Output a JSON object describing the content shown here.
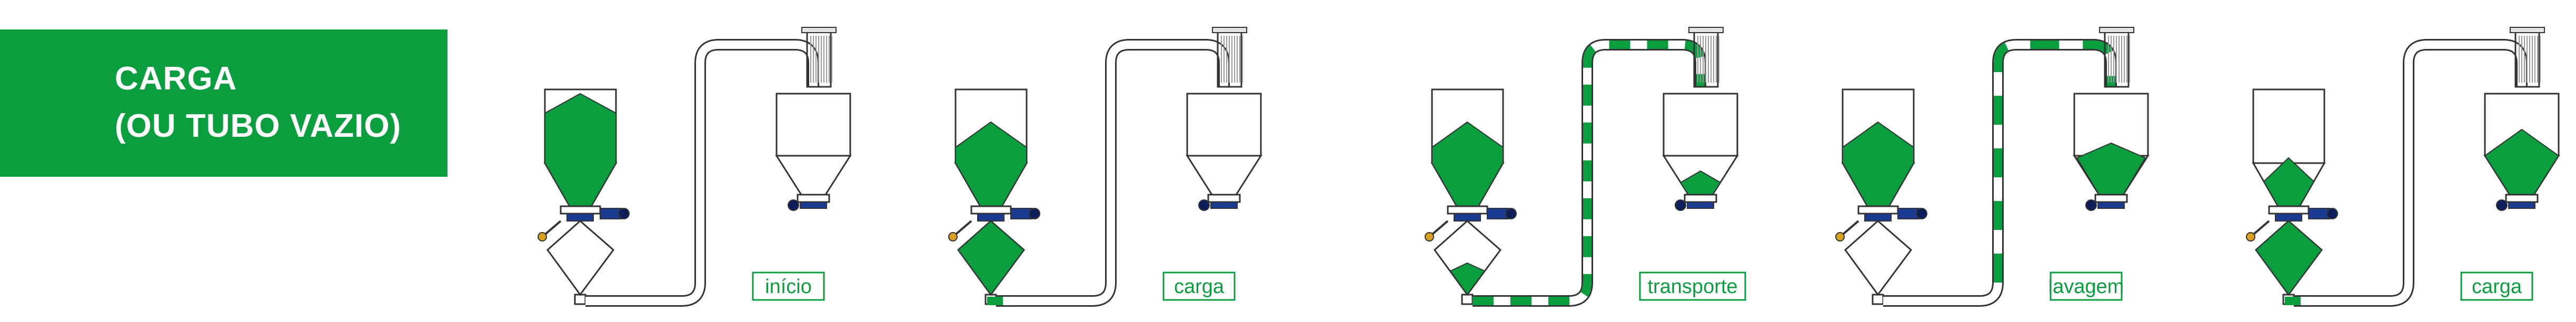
{
  "header": {
    "title_line1": "CARGA",
    "title_line2": "(OU TUBO VAZIO)"
  },
  "stages": [
    {
      "label": "início",
      "hopper_fill": "full",
      "pump_fill": "empty",
      "tube": "empty",
      "receiver_fill": "empty"
    },
    {
      "label": "carga",
      "hopper_fill": "cone",
      "pump_fill": "full",
      "tube": "empty",
      "receiver_fill": "empty"
    },
    {
      "label": "transporte",
      "hopper_fill": "cone",
      "pump_fill": "low",
      "tube": "dashed",
      "receiver_fill": "low"
    },
    {
      "label": "lavagem",
      "hopper_fill": "cone",
      "pump_fill": "empty",
      "tube": "partial",
      "receiver_fill": "high"
    },
    {
      "label": "carga",
      "hopper_fill": "small",
      "pump_fill": "full",
      "tube": "empty",
      "receiver_fill": "cone"
    }
  ],
  "colors": {
    "accent": "#0a9e3f",
    "outline": "#333333",
    "motor": "#8a8a8a",
    "valve": "#1a3b8f"
  }
}
